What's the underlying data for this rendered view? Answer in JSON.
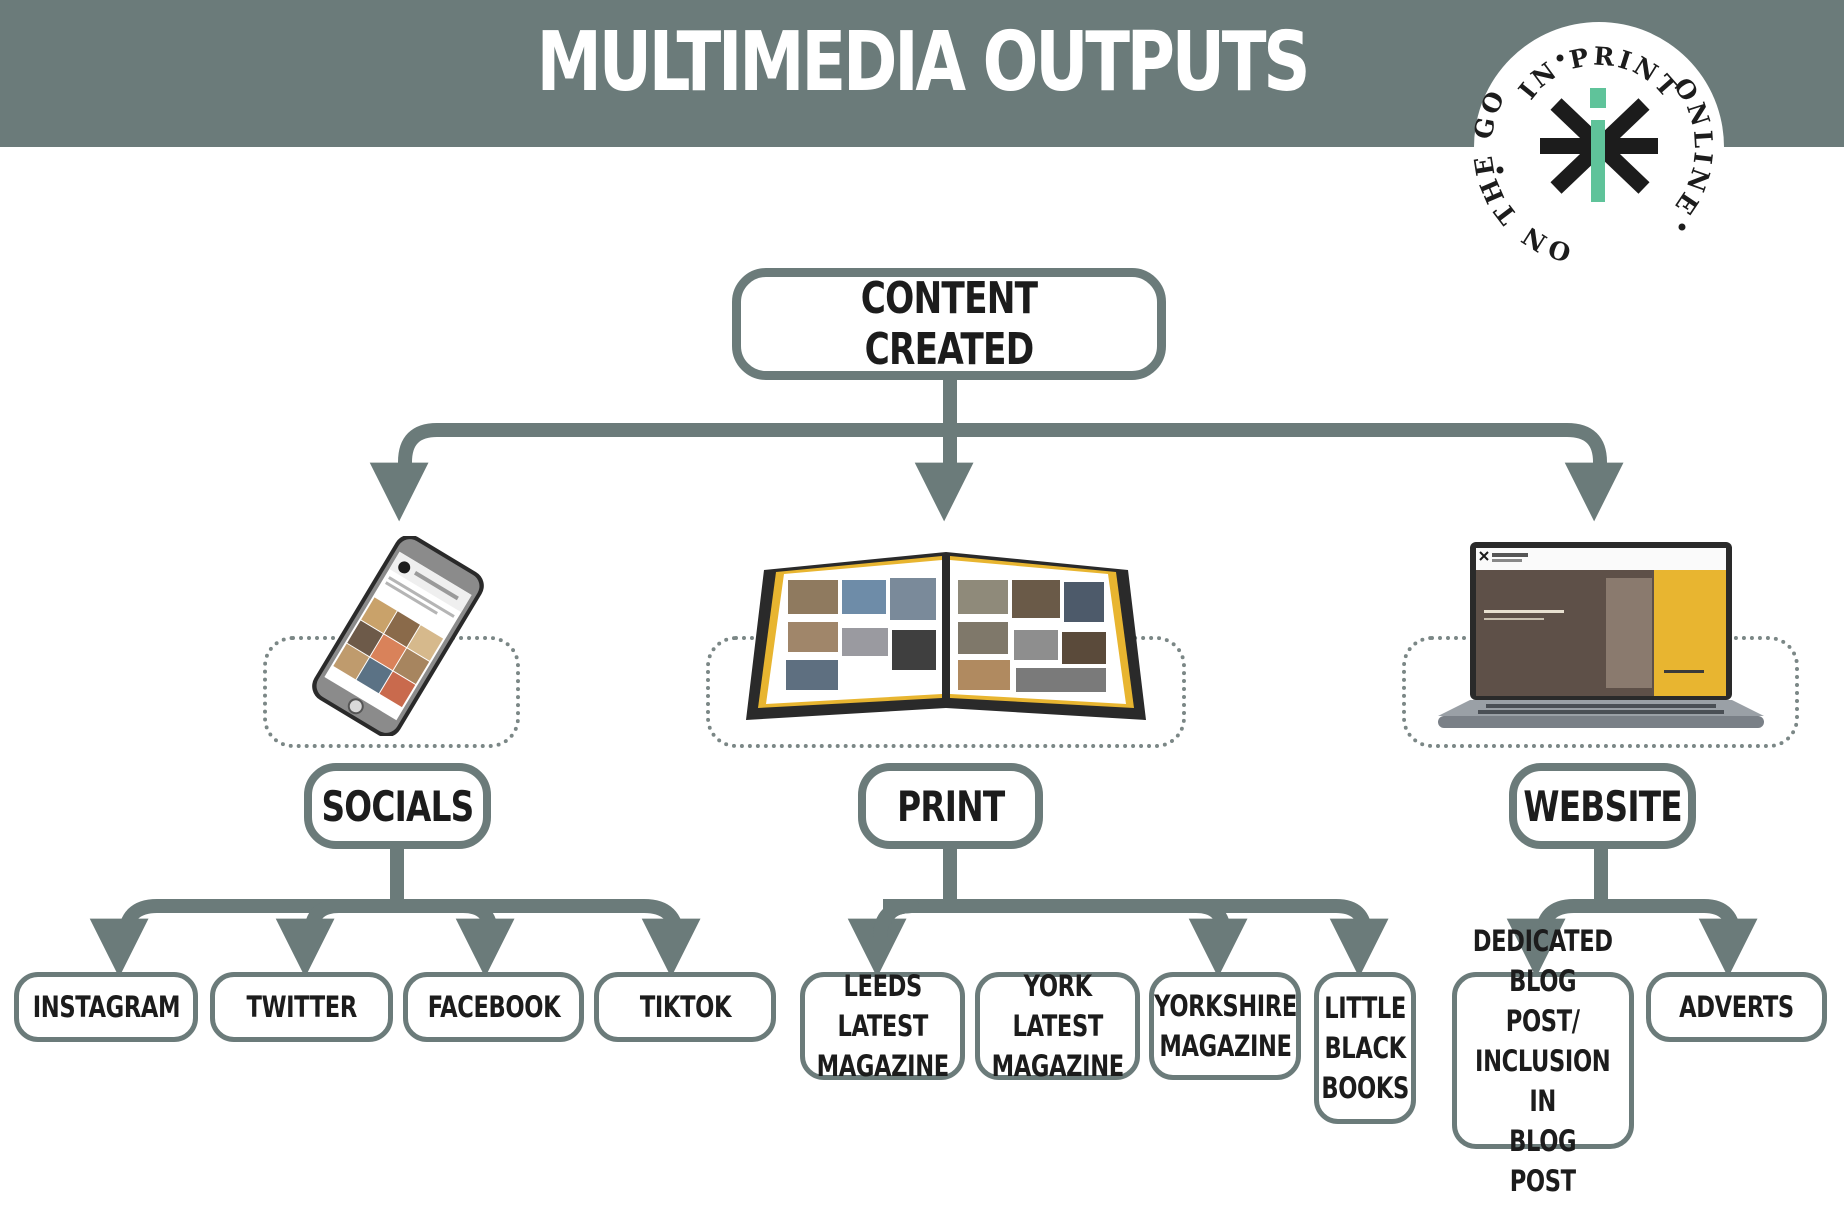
{
  "header": {
    "title": "MULTIMEDIA OUTPUTS"
  },
  "logo": {
    "ring_top": "IN PRINT",
    "ring_right": "ONLINE",
    "ring_left": "ON THE GO"
  },
  "diagram": {
    "root": "CONTENT CREATED",
    "branches": [
      {
        "label": "SOCIALS",
        "picture": "smartphone",
        "children": [
          "INSTAGRAM",
          "TWITTER",
          "FACEBOOK",
          "TIKTOK"
        ]
      },
      {
        "label": "PRINT",
        "picture": "open-magazine",
        "children": [
          "LEEDS LATEST\nMAGAZINE",
          "YORK LATEST\nMAGAZINE",
          "YORKSHIRE\nMAGAZINE",
          "LITTLE\nBLACK\nBOOKS"
        ]
      },
      {
        "label": "WEBSITE",
        "picture": "laptop",
        "children": [
          "DEDICATED\nBLOG POST/\nINCLUSION IN\nBLOG POST",
          "ADVERTS"
        ]
      }
    ]
  },
  "colors": {
    "header": "#6b7b7a",
    "connector": "#6b7b7a",
    "node_border": "#6b7b7a",
    "text": "#1c1c1c",
    "logo_accent": "#5fc39a"
  },
  "icons": {
    "logo": "inprint-star-logo-icon",
    "phone": "smartphone-icon",
    "magazine": "open-magazine-icon",
    "laptop": "laptop-icon"
  }
}
